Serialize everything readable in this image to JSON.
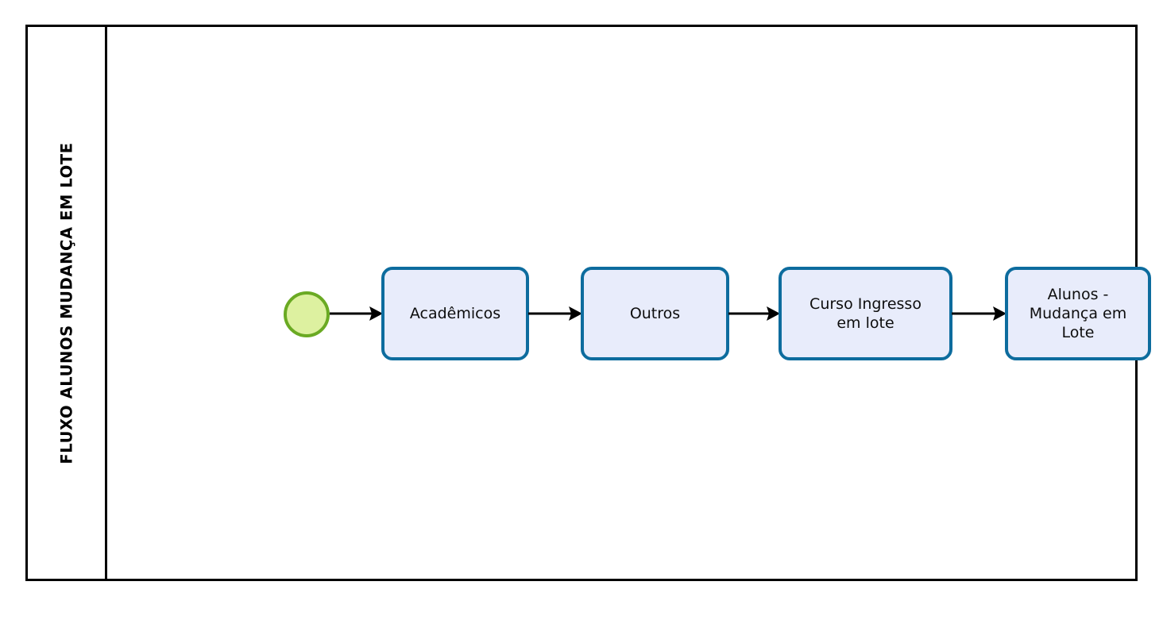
{
  "diagram": {
    "type": "bpmn-flow",
    "title": "FLUXO ALUNOS MUDANÇA EM LOTE",
    "background_color": "#ffffff",
    "frame_color": "#000000"
  },
  "lane": {
    "label": "FLUXO ALUNOS MUDANÇA EM LOTE"
  },
  "colors": {
    "task_fill": "#e8ecfb",
    "task_border": "#0d6c9e",
    "start_event_fill": "#ddf1a0",
    "start_event_border": "#6aaa23",
    "connector": "#000000",
    "text": "#0d0d0d"
  },
  "nodes": [
    {
      "id": "start",
      "kind": "start-event",
      "label": ""
    },
    {
      "id": "task-1",
      "kind": "task",
      "label": "Acadêmicos"
    },
    {
      "id": "task-2",
      "kind": "task",
      "label": "Outros"
    },
    {
      "id": "task-3",
      "kind": "task",
      "label": "Curso Ingresso\nem lote"
    },
    {
      "id": "task-4",
      "kind": "task",
      "label": "Alunos -\nMudança em\nLote"
    }
  ],
  "connectors": [
    {
      "id": "flow-1",
      "from": "start",
      "to": "task-1",
      "label": ""
    },
    {
      "id": "flow-2",
      "from": "task-1",
      "to": "task-2",
      "label": ""
    },
    {
      "id": "flow-3",
      "from": "task-2",
      "to": "task-3",
      "label": ""
    },
    {
      "id": "flow-4",
      "from": "task-3",
      "to": "task-4",
      "label": ""
    }
  ]
}
